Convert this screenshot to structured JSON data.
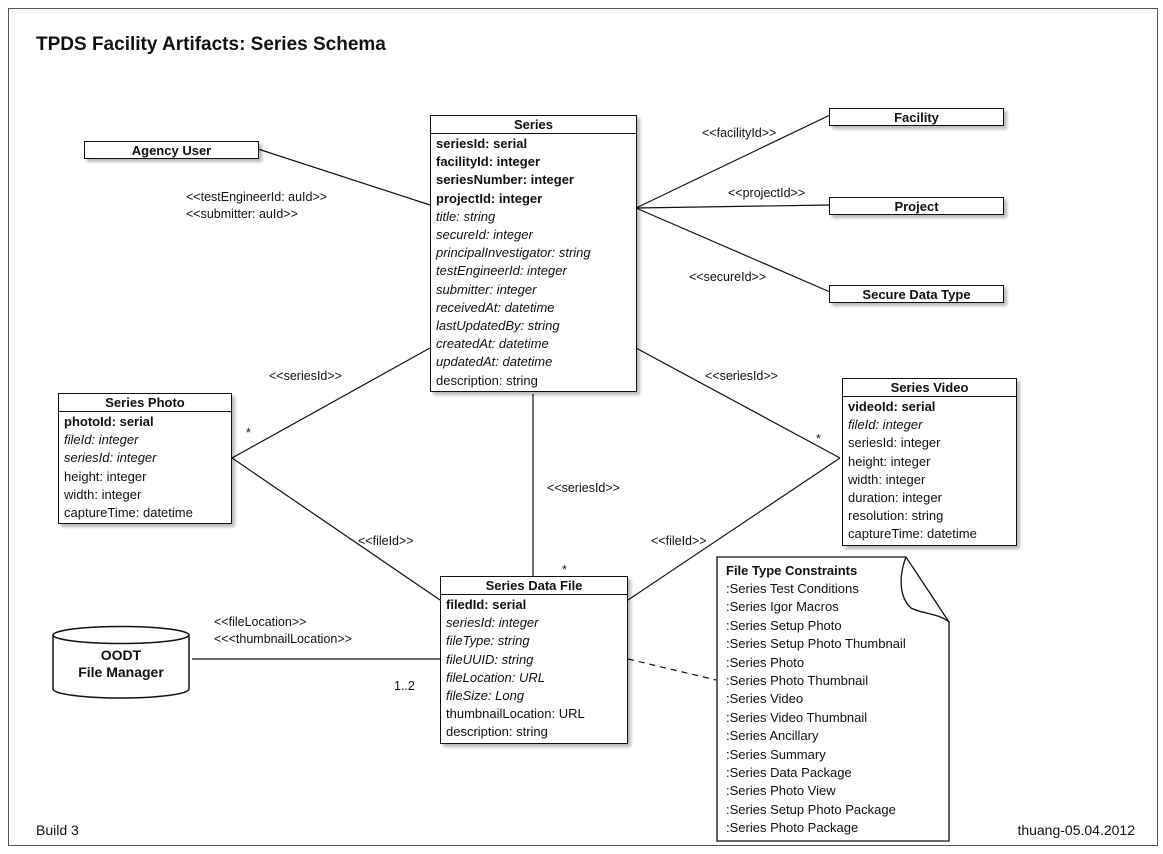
{
  "title": "TPDS Facility Artifacts: Series Schema",
  "footer": {
    "build": "Build 3",
    "author": "thuang-05.04.2012"
  },
  "entities": {
    "series": {
      "name": "Series",
      "attributes": [
        {
          "text": "seriesId: serial",
          "style": "pk"
        },
        {
          "text": "facilityId: integer",
          "style": "pk"
        },
        {
          "text": "seriesNumber: integer",
          "style": "pk"
        },
        {
          "text": "projectId: integer",
          "style": "pk"
        },
        {
          "text": "title: string",
          "style": "fk"
        },
        {
          "text": "secureId: integer",
          "style": "fk"
        },
        {
          "text": "principalInvestigator: string",
          "style": "fk"
        },
        {
          "text": "testEngineerId: integer",
          "style": "fk"
        },
        {
          "text": "submitter: integer",
          "style": "fk"
        },
        {
          "text": "receivedAt: datetime",
          "style": "fk"
        },
        {
          "text": "lastUpdatedBy: string",
          "style": "fk"
        },
        {
          "text": "createdAt: datetime",
          "style": "fk"
        },
        {
          "text": "updatedAt: datetime",
          "style": "fk"
        },
        {
          "text": "description: string",
          "style": "plain"
        }
      ]
    },
    "series_photo": {
      "name": "Series Photo",
      "attributes": [
        {
          "text": "photoId: serial",
          "style": "pk"
        },
        {
          "text": "fileId: integer",
          "style": "fk"
        },
        {
          "text": "seriesId: integer",
          "style": "fk"
        },
        {
          "text": "height: integer",
          "style": "plain"
        },
        {
          "text": "width: integer",
          "style": "plain"
        },
        {
          "text": "captureTime: datetime",
          "style": "plain"
        }
      ]
    },
    "series_video": {
      "name": "Series Video",
      "attributes": [
        {
          "text": "videoId: serial",
          "style": "pk"
        },
        {
          "text": "fileId: integer",
          "style": "fk"
        },
        {
          "text": "seriesId: integer",
          "style": "plain"
        },
        {
          "text": "height: integer",
          "style": "plain"
        },
        {
          "text": "width: integer",
          "style": "plain"
        },
        {
          "text": "duration: integer",
          "style": "plain"
        },
        {
          "text": "resolution: string",
          "style": "plain"
        },
        {
          "text": "captureTime: datetime",
          "style": "plain"
        }
      ]
    },
    "series_data_file": {
      "name": "Series Data File",
      "attributes": [
        {
          "text": "filedId: serial",
          "style": "pk"
        },
        {
          "text": "seriesId: integer",
          "style": "fk"
        },
        {
          "text": "fileType: string",
          "style": "fk"
        },
        {
          "text": "fileUUID: string",
          "style": "fk"
        },
        {
          "text": "fileLocation: URL",
          "style": "fk"
        },
        {
          "text": "fileSize: Long",
          "style": "fk"
        },
        {
          "text": "thumbnailLocation: URL",
          "style": "plain"
        },
        {
          "text": "description: string",
          "style": "plain"
        }
      ]
    },
    "agency_user": {
      "name": "Agency User"
    },
    "facility": {
      "name": "Facility"
    },
    "project": {
      "name": "Project"
    },
    "secure_data_type": {
      "name": "Secure Data Type"
    }
  },
  "database": {
    "line1": "OODT",
    "line2": "File Manager"
  },
  "labels": {
    "facility_id": "<<facilityId>>",
    "project_id": "<<projectId>>",
    "secure_id": "<<secureId>>",
    "test_engineer_id": "<<testEngineerId: auId>>",
    "submitter": "<<submitter: auId>>",
    "series_id_photo": "<<seriesId>>",
    "series_id_video": "<<seriesId>>",
    "series_id_file": "<<seriesId>>",
    "file_id_photo": "<<fileId>>",
    "file_id_video": "<<fileId>>",
    "file_location": "<<fileLocation>>",
    "thumbnail_location": "<<<thumbnailLocation>>",
    "mult_photo": "*",
    "mult_video": "*",
    "mult_file": "*",
    "mult_db": "1..2"
  },
  "note": {
    "title": "File Type Constraints",
    "items": [
      ":Series Test Conditions",
      ":Series Igor Macros",
      ":Series Setup Photo",
      ":Series Setup Photo Thumbnail",
      ":Series Photo",
      ":Series Photo Thumbnail",
      ":Series Video",
      ":Series Video Thumbnail",
      ":Series Ancillary",
      ":Series Summary",
      ":Series Data Package",
      ":Series Photo View",
      ":Series Setup Photo Package",
      ":Series Photo Package"
    ]
  }
}
